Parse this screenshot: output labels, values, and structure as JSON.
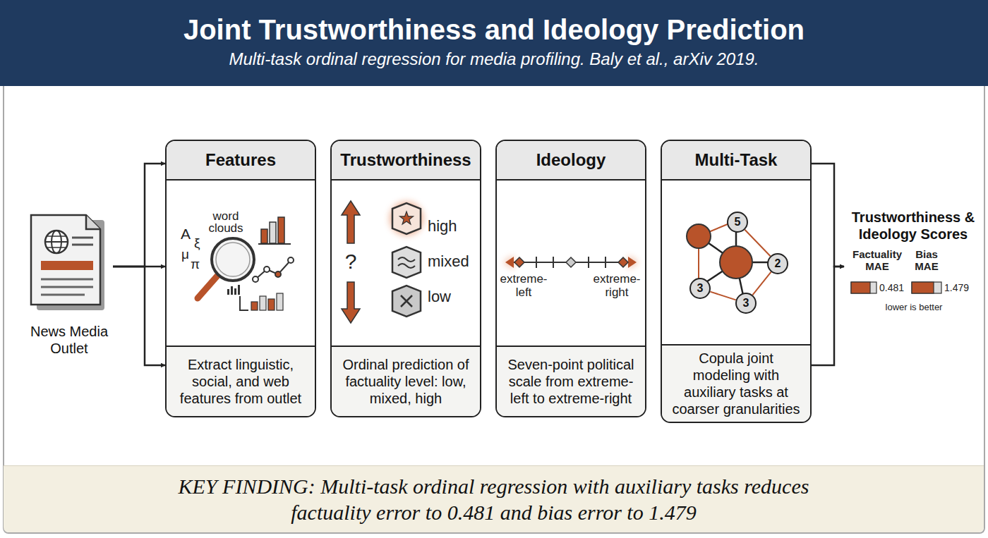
{
  "diagram": {
    "title": "Joint Trustworthiness and Ideology Prediction",
    "nodes": [
      {
        "text": [
          "News Media Outlet"
        ]
      },
      {
        "text": [
          "Features",
          "Extract linguistic, social, and web features from outlet"
        ]
      },
      {
        "text": [
          "Trustworthiness",
          "Ordinal prediction of factuality level: low, mixed, high"
        ]
      },
      {
        "text": [
          "Ideology",
          "Seven-point political scale from extreme-left to extreme-right"
        ]
      },
      {
        "text": [
          "Multi-Task",
          "Copula joint modeling with auxiliary tasks at coarser granularities"
        ]
      },
      {
        "text": [
          "5"
        ],
        "in": 4
      },
      {
        "text": [
          "2"
        ],
        "in": 4
      },
      {
        "text": [
          "3"
        ],
        "in": 4
      },
      {
        "text": [
          "3"
        ],
        "in": 4
      },
      {
        "text": [
          "Trustworthiness & Ideology Scores"
        ]
      },
      {
        "text": [
          "KEY FINDING: Multi-task ordinal regression with auxiliary tasks reduces factuality error to 0.481 and bias error to 1.479"
        ]
      }
    ],
    "edges": [
      {
        "from": 0,
        "to": 1,
        "arrow": "to"
      },
      {
        "from": 0,
        "to": 1,
        "arrow": "to"
      },
      {
        "from": 0,
        "to": 1,
        "arrow": "to"
      },
      {
        "from": 4,
        "to": 9,
        "arrow": "to"
      },
      {
        "from": 4,
        "to": 9,
        "arrow": "to"
      },
      {
        "from": 5,
        "to": 6,
        "arrow": "none"
      },
      {
        "from": 6,
        "to": 8,
        "arrow": "none"
      },
      {
        "from": 8,
        "to": 7,
        "arrow": "none"
      }
    ],
    "labels": [
      "Multi-task ordinal regression for media profiling. Baly et al., arXiv 2019.",
      "word clouds",
      "A",
      "μ",
      "ξ",
      "π",
      "?",
      "high",
      "mixed",
      "low",
      "extreme-left",
      "extreme-right",
      "Factuality MAE",
      "0.481",
      "Bias MAE",
      "1.479",
      "lower is better"
    ]
  }
}
